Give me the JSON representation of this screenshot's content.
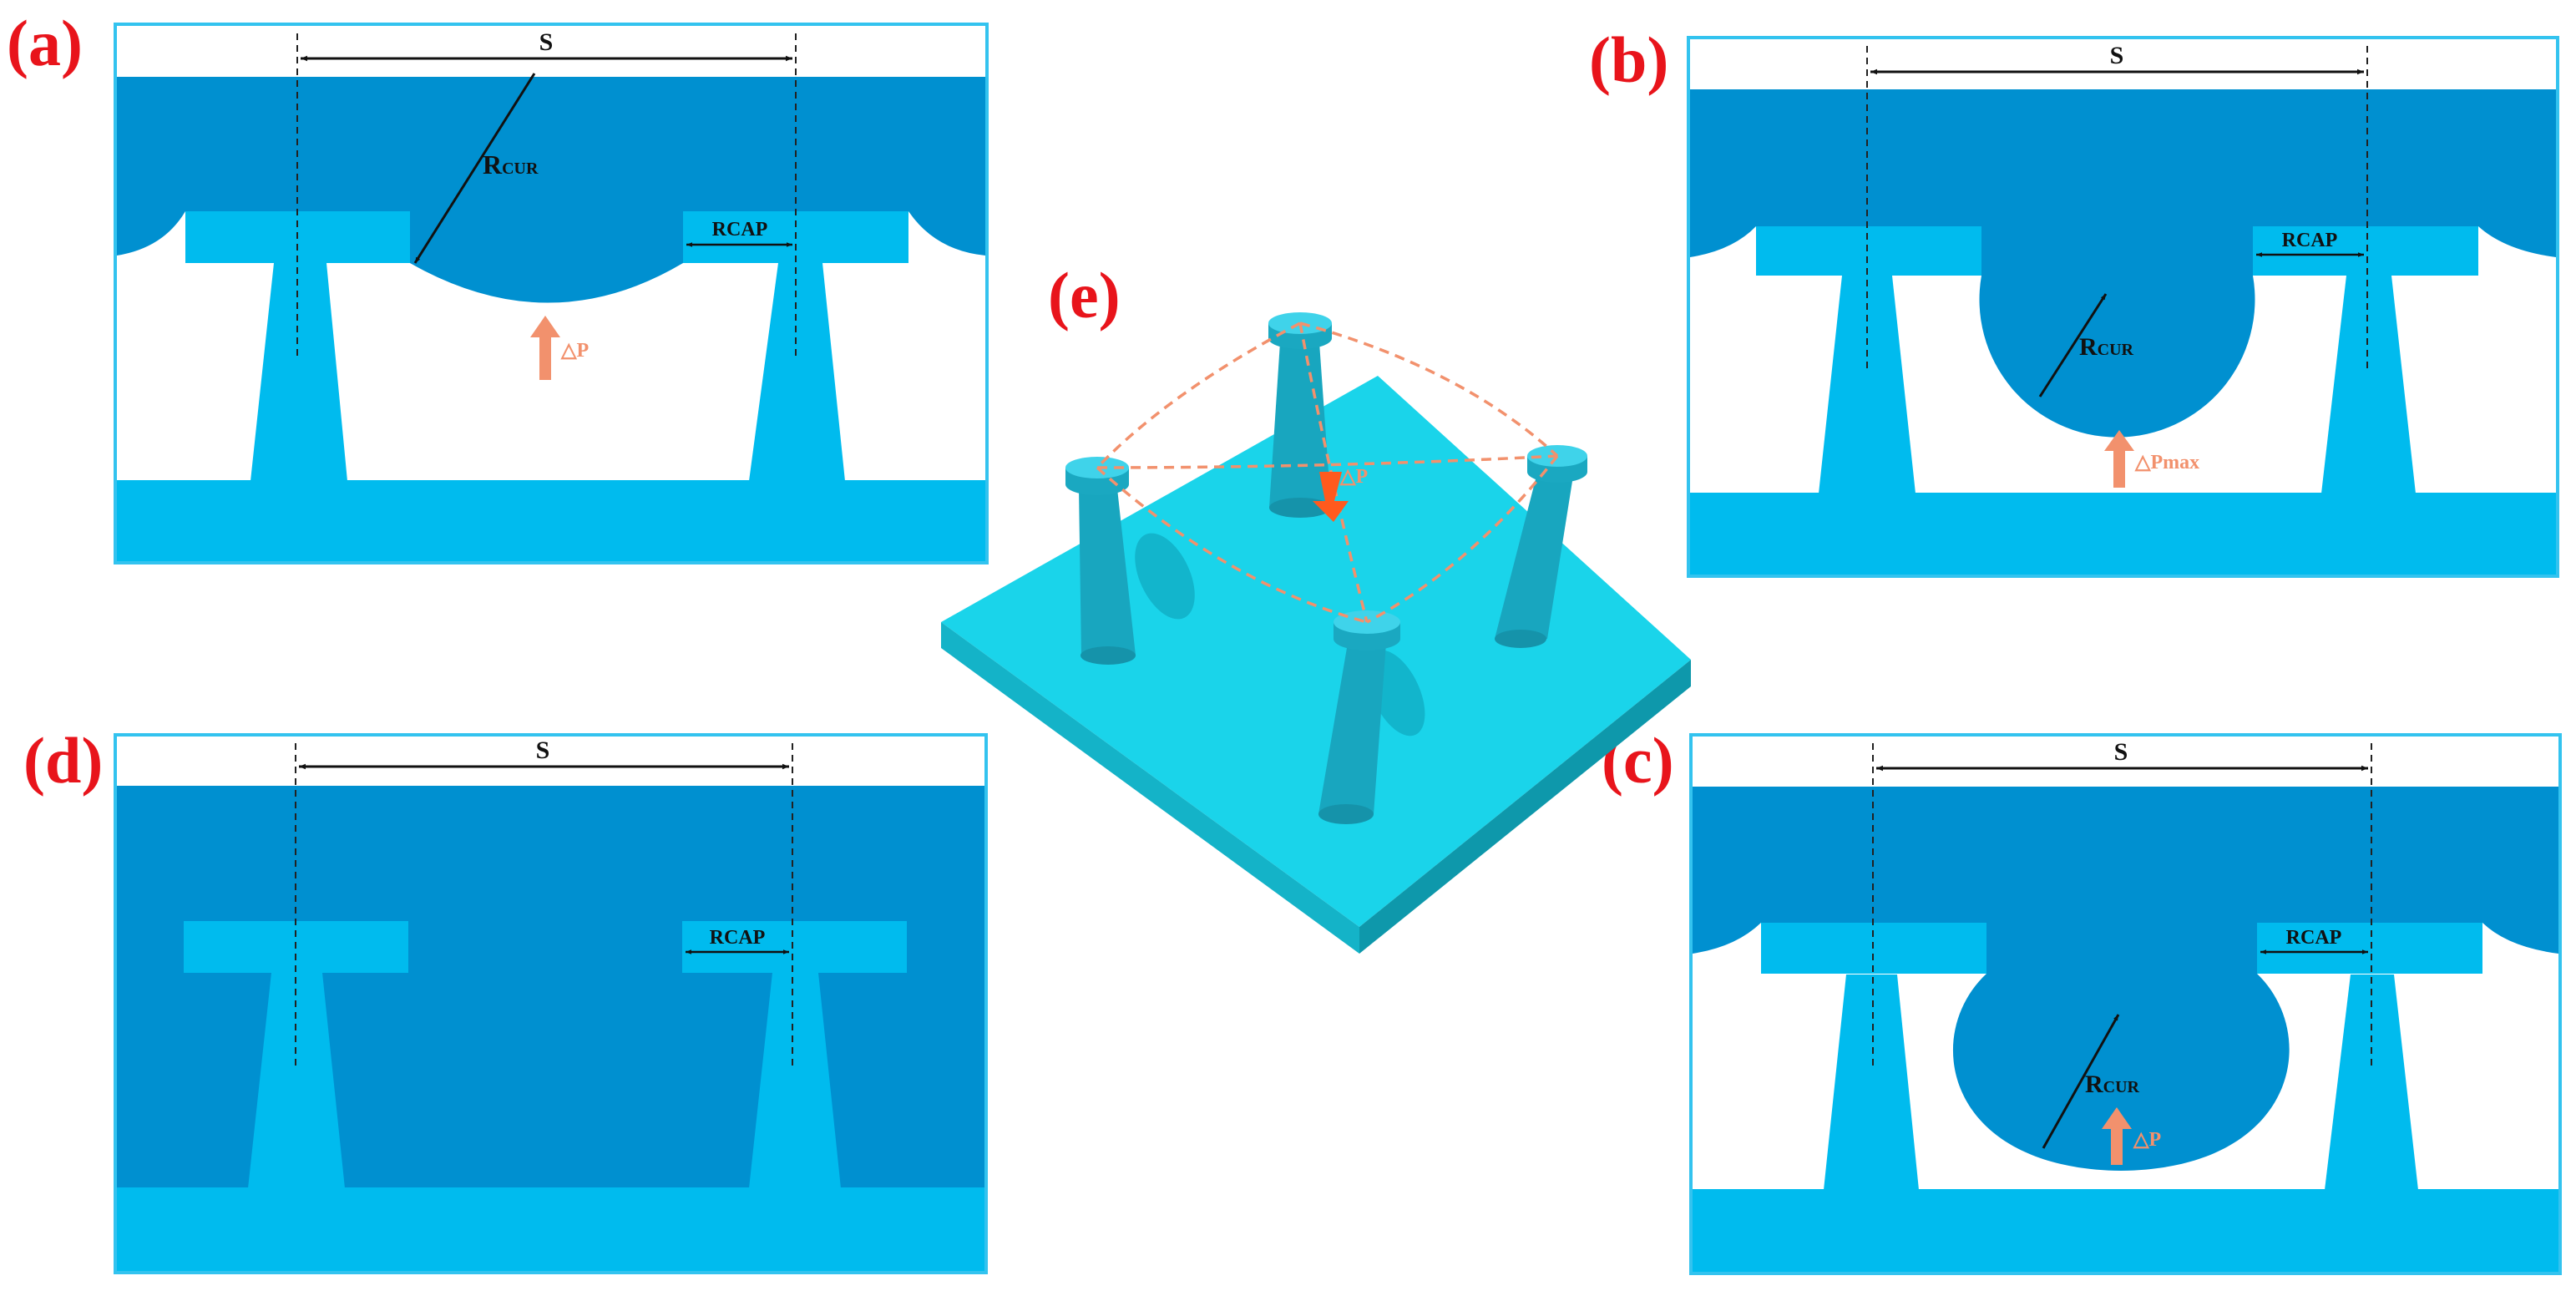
{
  "figure": {
    "panels": {
      "a": {
        "letter": "(a)",
        "spacing": "S",
        "r_cur_main": "R",
        "r_cur_sub": "CUR",
        "r_cap": "RCAP",
        "pressure": "△P"
      },
      "b": {
        "letter": "(b)",
        "spacing": "S",
        "r_cur_main": "R",
        "r_cur_sub": "CUR",
        "r_cap": "RCAP",
        "pressure": "△Pmax"
      },
      "c": {
        "letter": "(c)",
        "spacing": "S",
        "r_cur_main": "R",
        "r_cur_sub": "CUR",
        "r_cap": "RCAP",
        "pressure": "△P"
      },
      "d": {
        "letter": "(d)",
        "spacing": "S",
        "r_cap": "RCAP"
      },
      "e": {
        "letter": "(e)",
        "pressure": "△P"
      }
    },
    "colors": {
      "liquid": "#0090d0",
      "pillar": "#00bbee",
      "frame": "#33c3ef",
      "base3d": "#1ad4ea",
      "arrow": "#f2916d",
      "arrow_3d": "#ff5a1e",
      "label": "#e8141b"
    }
  }
}
